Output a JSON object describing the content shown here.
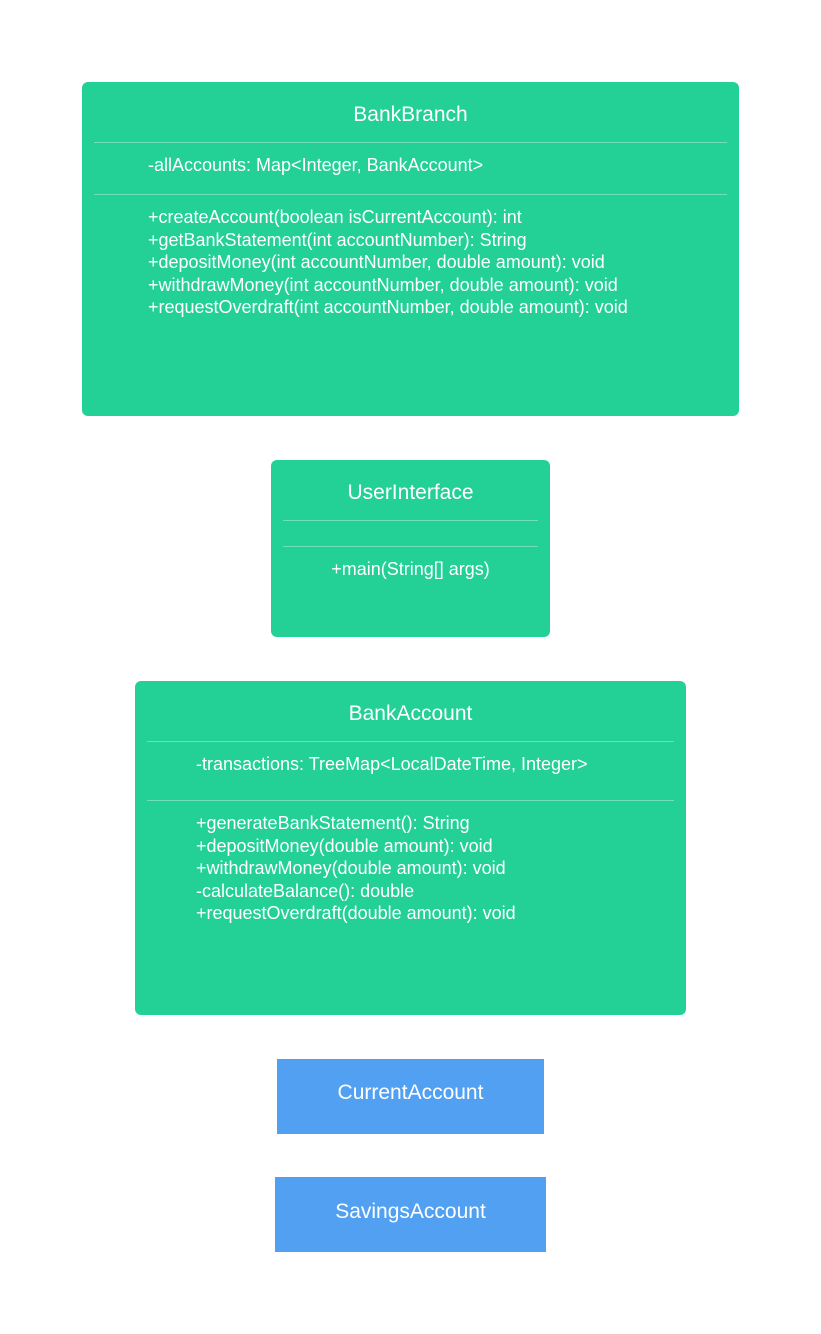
{
  "diagram": {
    "classes": [
      {
        "name": "BankBranch",
        "attributes": [
          "-allAccounts: Map<Integer, BankAccount>"
        ],
        "methods": [
          "+createAccount(boolean isCurrentAccount): int",
          "+getBankStatement(int accountNumber): String",
          "+depositMoney(int accountNumber, double amount): void",
          "+withdrawMoney(int accountNumber, double amount): void",
          "+requestOverdraft(int accountNumber, double amount): void"
        ]
      },
      {
        "name": "UserInterface",
        "attributes": [],
        "methods": [
          "+main(String[] args)"
        ]
      },
      {
        "name": "BankAccount",
        "attributes": [
          "-transactions: TreeMap<LocalDateTime, Integer>"
        ],
        "methods": [
          "+generateBankStatement(): String",
          "+depositMoney(double amount): void",
          "+withdrawMoney(double amount): void",
          "-calculateBalance(): double",
          "+requestOverdraft(double amount): void"
        ]
      }
    ],
    "simple_boxes": [
      {
        "name": "CurrentAccount"
      },
      {
        "name": "SavingsAccount"
      }
    ]
  },
  "colors": {
    "class_box": "#23d096",
    "subclass_box": "#52a0f2",
    "text": "#ffffff"
  }
}
